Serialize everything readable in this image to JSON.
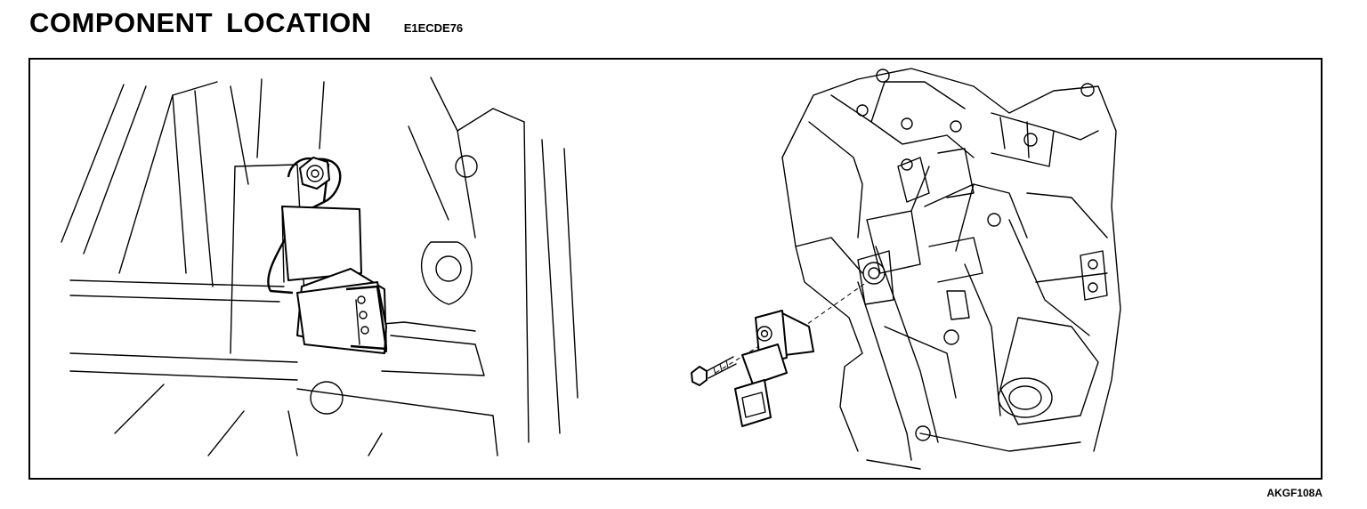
{
  "header": {
    "title": "COMPONENT LOCATION",
    "code": "E1ECDE76"
  },
  "figure": {
    "code": "AKGF108A"
  }
}
